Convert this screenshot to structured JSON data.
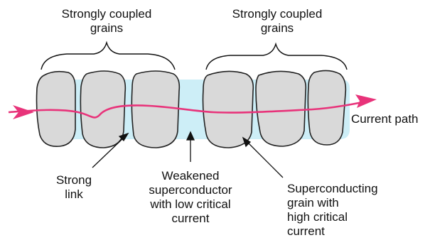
{
  "colors": {
    "grain_fill": "#d9d9d9",
    "grain_stroke": "#222222",
    "boundary_fill": "#cdeef7",
    "current": "#e8337a",
    "text": "#111111"
  },
  "labels": {
    "coupled_left": [
      "Strongly coupled",
      "grains"
    ],
    "coupled_right": [
      "Strongly coupled",
      "grains"
    ],
    "current_path": "Current path",
    "strong_link": [
      "Strong",
      "link"
    ],
    "weakened": [
      "Weakened",
      "superconductor",
      "with low critical",
      "current"
    ],
    "grain": [
      "Superconducting",
      "grain with",
      "high critical",
      "current"
    ]
  }
}
